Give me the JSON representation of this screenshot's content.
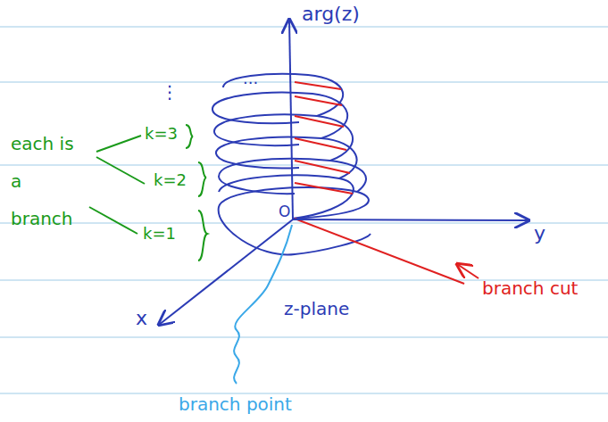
{
  "diagram": {
    "labels": [
      "arg(z)",
      "y",
      "x",
      "O",
      "z-plane",
      "branch cut",
      "branch point",
      "each is a branch",
      "k=3",
      "k=2",
      "k=1",
      "⋮",
      "..."
    ]
  }
}
